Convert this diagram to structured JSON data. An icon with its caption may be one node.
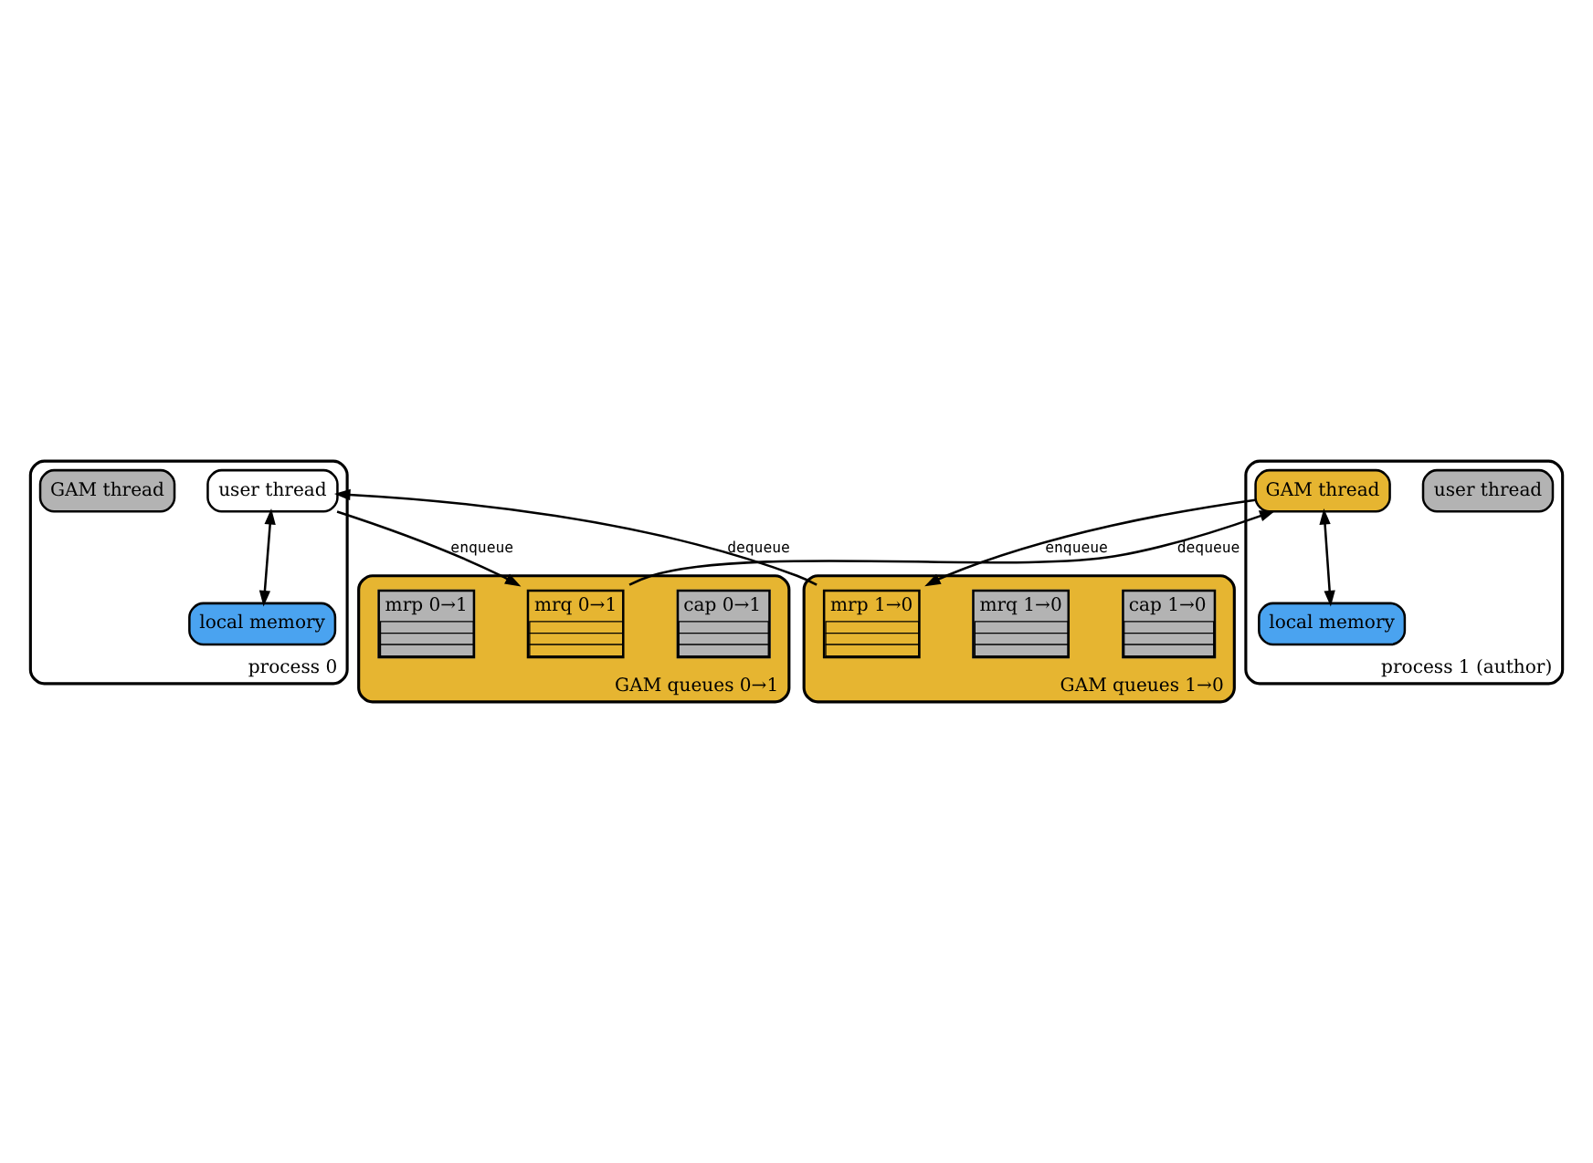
{
  "diagram": {
    "nodes": [
      {
        "text": [
          "process 0"
        ]
      },
      {
        "text": [
          "local memory"
        ],
        "in": 0
      },
      {
        "text": [
          "user thread"
        ],
        "in": 0
      },
      {
        "text": [
          "GAM thread"
        ],
        "in": 0
      },
      {
        "text": [
          "process 1 (author)"
        ]
      },
      {
        "text": [
          "local memory"
        ],
        "in": 4
      },
      {
        "text": [
          "user thread"
        ],
        "in": 4
      },
      {
        "text": [
          "GAM thread"
        ],
        "in": 4
      },
      {
        "text": [
          "GAM queues 1→0"
        ]
      },
      {
        "text": [
          "cap 1→0"
        ],
        "in": 8
      },
      {
        "text": [
          "mrq 1→0"
        ],
        "in": 8
      },
      {
        "text": [
          "mrp 1→0"
        ],
        "in": 8
      },
      {
        "text": [
          "GAM queues 0→1"
        ]
      },
      {
        "text": [
          "cap 0→1"
        ],
        "in": 12
      },
      {
        "text": [
          "mrq 0→1"
        ],
        "in": 12
      },
      {
        "text": [
          "mrp 0→1"
        ],
        "in": 12
      }
    ],
    "edges": [
      {
        "from": 2,
        "to": 1,
        "arrow": "both"
      },
      {
        "from": 7,
        "to": 5,
        "arrow": "both"
      },
      {
        "from": 11,
        "to": 2,
        "arrow": "to",
        "label": "dequeue"
      },
      {
        "from": 2,
        "to": 14,
        "arrow": "to",
        "label": "enqueue"
      },
      {
        "from": 7,
        "to": 11,
        "arrow": "to",
        "label": "enqueue"
      },
      {
        "from": 14,
        "to": 7,
        "arrow": "to",
        "label": "dequeue"
      }
    ]
  }
}
